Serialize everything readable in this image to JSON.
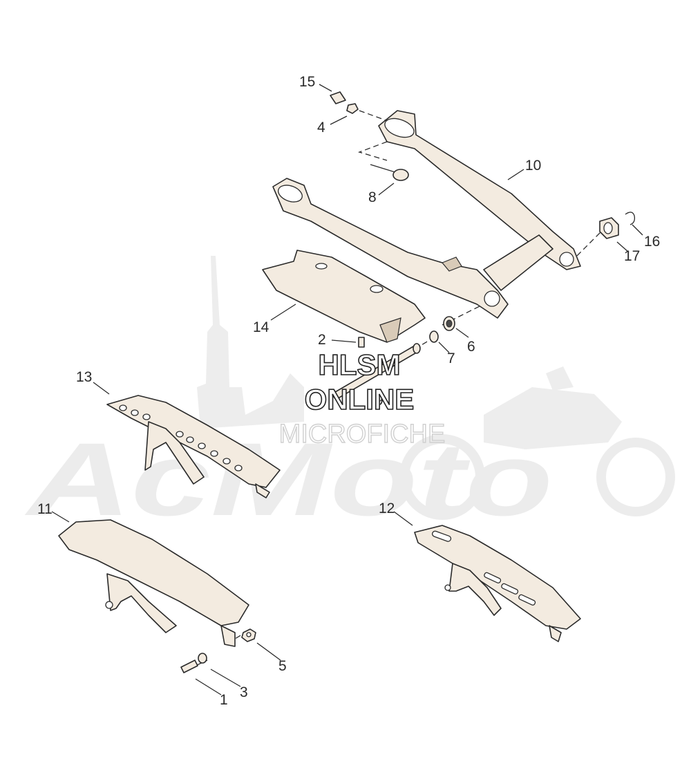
{
  "watermark": {
    "brand": "AcMoto",
    "line1": "HLSM",
    "line2": "ONLINE",
    "line3": "MICROFICHE"
  },
  "callouts": {
    "c1": "1",
    "c2": "2",
    "c3": "3",
    "c4": "4",
    "c5": "5",
    "c6": "6",
    "c7": "7",
    "c8": "8",
    "c9": "9",
    "c10": "10",
    "c11": "11",
    "c12": "12",
    "c13": "13",
    "c14": "14",
    "c15": "15",
    "c16": "16",
    "c17": "17"
  }
}
